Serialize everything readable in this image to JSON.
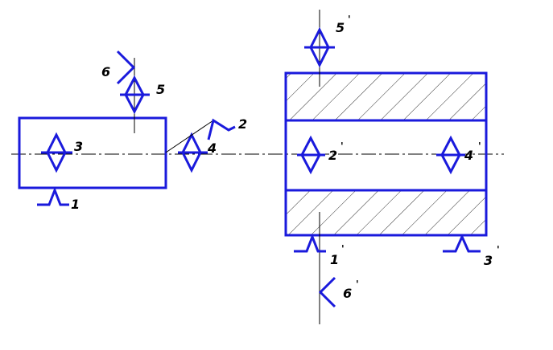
{
  "left_part": {
    "labels": {
      "base1": "1",
      "datum3": "3",
      "datum4": "4",
      "datum5": "5",
      "support6": "6",
      "callout2": "2"
    }
  },
  "right_part": {
    "labels": {
      "base1": "1",
      "base3": "3",
      "datum2": "2",
      "datum4": "4",
      "datum5": "5",
      "support6": "6"
    },
    "prime": "'"
  },
  "colors": {
    "outline": "#1a1adc",
    "axis": "#000000",
    "text": "#000000"
  }
}
